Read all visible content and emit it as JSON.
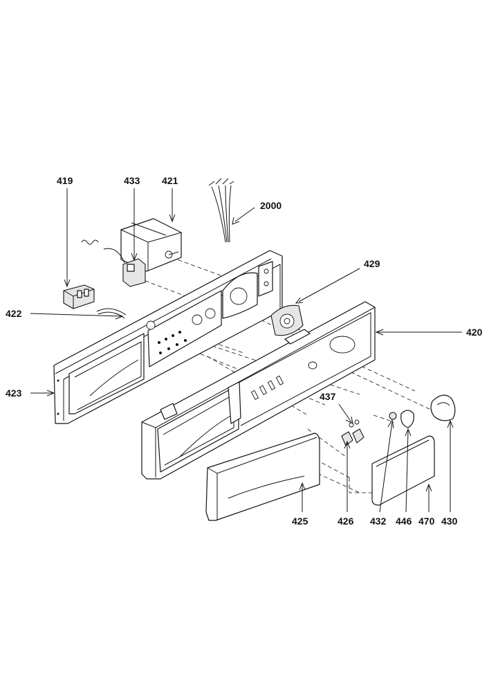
{
  "callouts": [
    {
      "id": "c419",
      "text": "419"
    },
    {
      "id": "c433",
      "text": "433"
    },
    {
      "id": "c421",
      "text": "421"
    },
    {
      "id": "c2000",
      "text": "2000"
    },
    {
      "id": "c429",
      "text": "429"
    },
    {
      "id": "c420",
      "text": "420"
    },
    {
      "id": "c422",
      "text": "422"
    },
    {
      "id": "c423",
      "text": "423"
    },
    {
      "id": "c437",
      "text": "437"
    },
    {
      "id": "c425",
      "text": "425"
    },
    {
      "id": "c426",
      "text": "426"
    },
    {
      "id": "c432",
      "text": "432"
    },
    {
      "id": "c446",
      "text": "446"
    },
    {
      "id": "c470",
      "text": "470"
    },
    {
      "id": "c430",
      "text": "430"
    }
  ]
}
